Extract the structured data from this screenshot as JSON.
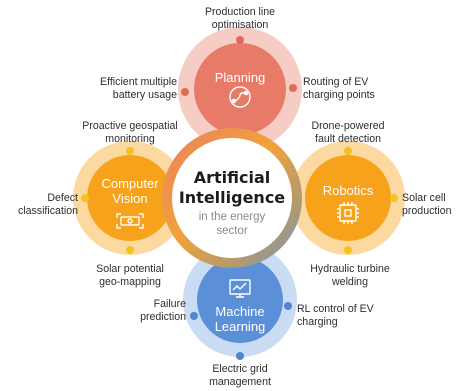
{
  "center": {
    "title_line1": "Artificial",
    "title_line2": "Intelligence",
    "subtitle_line1": "in the energy",
    "subtitle_line2": "sector"
  },
  "nodes": [
    {
      "id": "planning",
      "label_line1": "Planning",
      "label_line2": "",
      "icon": "route-icon",
      "color": "#e87a68"
    },
    {
      "id": "computer-vision",
      "label_line1": "Computer",
      "label_line2": "Vision",
      "icon": "scan-icon",
      "color": "#f7a21b"
    },
    {
      "id": "robotics",
      "label_line1": "Robotics",
      "label_line2": "",
      "icon": "chip-icon",
      "color": "#f7a21b"
    },
    {
      "id": "machine-learning",
      "label_line1": "Machine",
      "label_line2": "Learning",
      "icon": "chart-screen-icon",
      "color": "#5b8fd8"
    }
  ],
  "labels": {
    "production_line": [
      "Production line",
      "optimisation"
    ],
    "efficient_battery": [
      "Efficient multiple",
      "battery usage"
    ],
    "routing_ev": [
      "Routing of EV",
      "charging points"
    ],
    "proactive_geo": [
      "Proactive geospatial",
      "monitoring"
    ],
    "drone_fault": [
      "Drone-powered",
      "fault detection"
    ],
    "defect": [
      "Defect",
      "classification"
    ],
    "solar_cell": [
      "Solar cell",
      "production"
    ],
    "solar_potential": [
      "Solar potential",
      "geo-mapping"
    ],
    "hydraulic": [
      "Hydraulic turbine",
      "welding"
    ],
    "failure": [
      "Failure",
      "prediction"
    ],
    "rl_control": [
      "RL control of EV",
      "charging"
    ],
    "electric_grid": [
      "Electric grid",
      "management"
    ]
  },
  "colors": {
    "planning_dot": "#e06b58",
    "orange_dot": "#f4c21f",
    "blue_dot": "#4f86cf",
    "planning_halo": "#f6cdc4",
    "orange_halo": "#fcd9a0",
    "blue_halo": "#c9dcf4"
  }
}
